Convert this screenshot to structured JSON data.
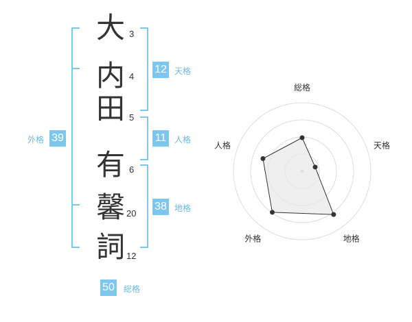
{
  "name_chars": [
    {
      "char": "大",
      "strokes": "3"
    },
    {
      "char": "内",
      "strokes": "4"
    },
    {
      "char": "田",
      "strokes": "5"
    },
    {
      "char": "有",
      "strokes": "6"
    },
    {
      "char": "馨",
      "strokes": "20"
    },
    {
      "char": "詞",
      "strokes": "12"
    }
  ],
  "scores": {
    "tenkaku": {
      "value": "12",
      "label": "天格"
    },
    "jinkaku": {
      "value": "11",
      "label": "人格"
    },
    "chikaku": {
      "value": "38",
      "label": "地格"
    },
    "gaikaku": {
      "value": "39",
      "label": "外格"
    },
    "soukaku": {
      "value": "50",
      "label": "総格"
    }
  },
  "colors": {
    "accent": "#7dc7ef",
    "label": "#6fb7e3",
    "text": "#333333"
  },
  "chart_data": {
    "type": "radar",
    "axes": [
      "総格",
      "天格",
      "地格",
      "外格",
      "人格"
    ],
    "values": [
      0.49,
      0.2,
      0.78,
      0.74,
      0.6
    ],
    "range": [
      0,
      1
    ],
    "rings": 4
  }
}
